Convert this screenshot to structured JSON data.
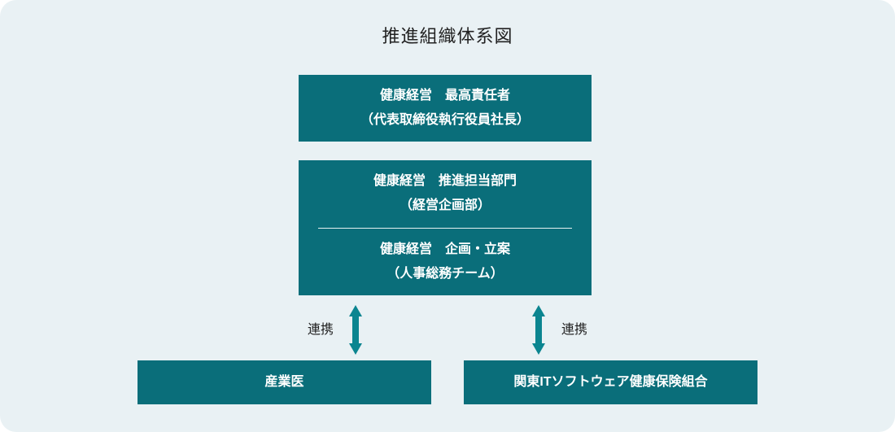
{
  "page": {
    "title": "推進組織体系図"
  },
  "colors": {
    "background": "#e9f1f4",
    "box": "#0a6e7a",
    "box_text": "#ffffff",
    "arrow": "#0b8590",
    "text_dark": "#222222"
  },
  "boxes": {
    "top": {
      "line1": "健康経営　最高責任者",
      "line2": "（代表取締役執行役員社長）"
    },
    "middle_upper": {
      "line1": "健康経営　推進担当部門",
      "line2": "（経営企画部）"
    },
    "middle_lower": {
      "line1": "健康経営　企画・立案",
      "line2": "（人事総務チーム）"
    },
    "bottom_left": {
      "label": "産業医"
    },
    "bottom_right": {
      "label": "関東ITソフトウェア健康保険組合"
    }
  },
  "connectors": {
    "left_label": "連携",
    "right_label": "連携"
  }
}
